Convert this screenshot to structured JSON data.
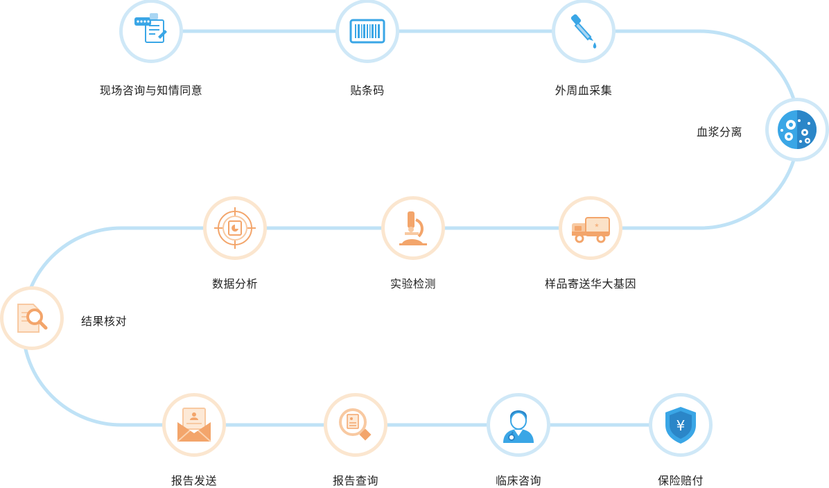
{
  "colors": {
    "track": "#bfe2f6",
    "blue_ring": "#cfe8f7",
    "orange_ring": "#fbe6cf",
    "blue_icon": "#3aa6e6",
    "orange_icon": "#f3a56b"
  },
  "steps": [
    {
      "label": "现场咨询与知情同意",
      "icon": "consent-form-icon"
    },
    {
      "label": "贴条码",
      "icon": "barcode-icon"
    },
    {
      "label": "外周血采集",
      "icon": "dropper-icon"
    },
    {
      "label": "血浆分离",
      "icon": "cells-icon"
    },
    {
      "label": "样品寄送华大基因",
      "icon": "ambulance-icon"
    },
    {
      "label": "实验检测",
      "icon": "microscope-icon"
    },
    {
      "label": "数据分析",
      "icon": "target-analysis-icon"
    },
    {
      "label": "结果核对",
      "icon": "document-search-icon"
    },
    {
      "label": "报告发送",
      "icon": "envelope-icon"
    },
    {
      "label": "报告查询",
      "icon": "report-search-icon"
    },
    {
      "label": "临床咨询",
      "icon": "doctor-icon"
    },
    {
      "label": "保险赔付",
      "icon": "insurance-shield-icon"
    }
  ]
}
